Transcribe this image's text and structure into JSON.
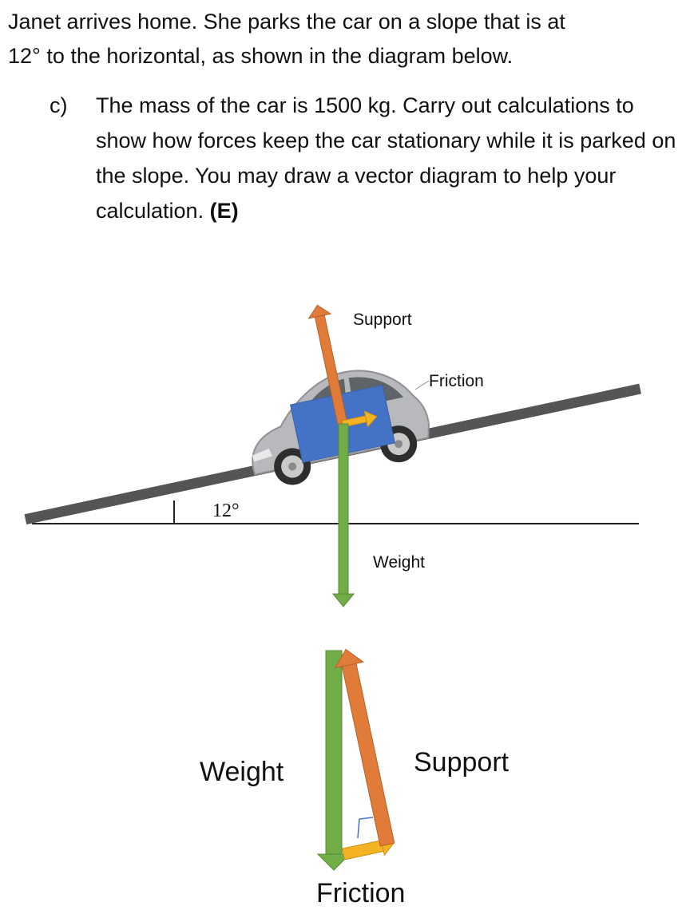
{
  "intro": {
    "line1": "Janet arrives home. She parks the car on a slope that is at",
    "line2": "12° to the horizontal, as shown in the diagram below."
  },
  "question": {
    "label": "c)",
    "text": "The mass of the car is 1500 kg. Carry out calculations to show how forces keep the car stationary while it is parked on the slope. You may draw a vector diagram to help your calculation.",
    "marks": "(E)"
  },
  "diagram1": {
    "angle_label": "12°",
    "support_label": "Support",
    "friction_label": "Friction",
    "weight_label": "Weight"
  },
  "diagram2": {
    "weight_label": "Weight",
    "support_label": "Support",
    "friction_label": "Friction"
  },
  "colors": {
    "support": "#e07b39",
    "weight": "#70ad47",
    "friction": "#f5b324",
    "box": "#4472c4",
    "slope": "#555555"
  }
}
